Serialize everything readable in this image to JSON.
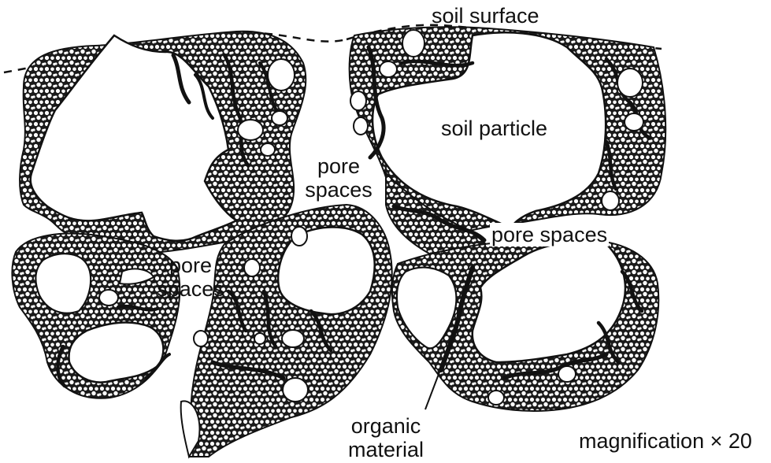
{
  "labels": {
    "soil_surface": "soil surface",
    "soil_particle": "soil particle",
    "pore_spaces_upper_l1": "pore",
    "pore_spaces_upper_l2": "spaces",
    "pore_spaces_right": "pore spaces",
    "pore_spaces_lower_l1": "pore",
    "pore_spaces_lower_l2": "spaces",
    "organic_material_l1": "organic",
    "organic_material_l2": "material",
    "magnification": "magnification × 20"
  },
  "colors": {
    "ink": "#111111",
    "aggregate_fill": "#1a1a1a",
    "grain": "#ffffff",
    "background": "#ffffff"
  }
}
